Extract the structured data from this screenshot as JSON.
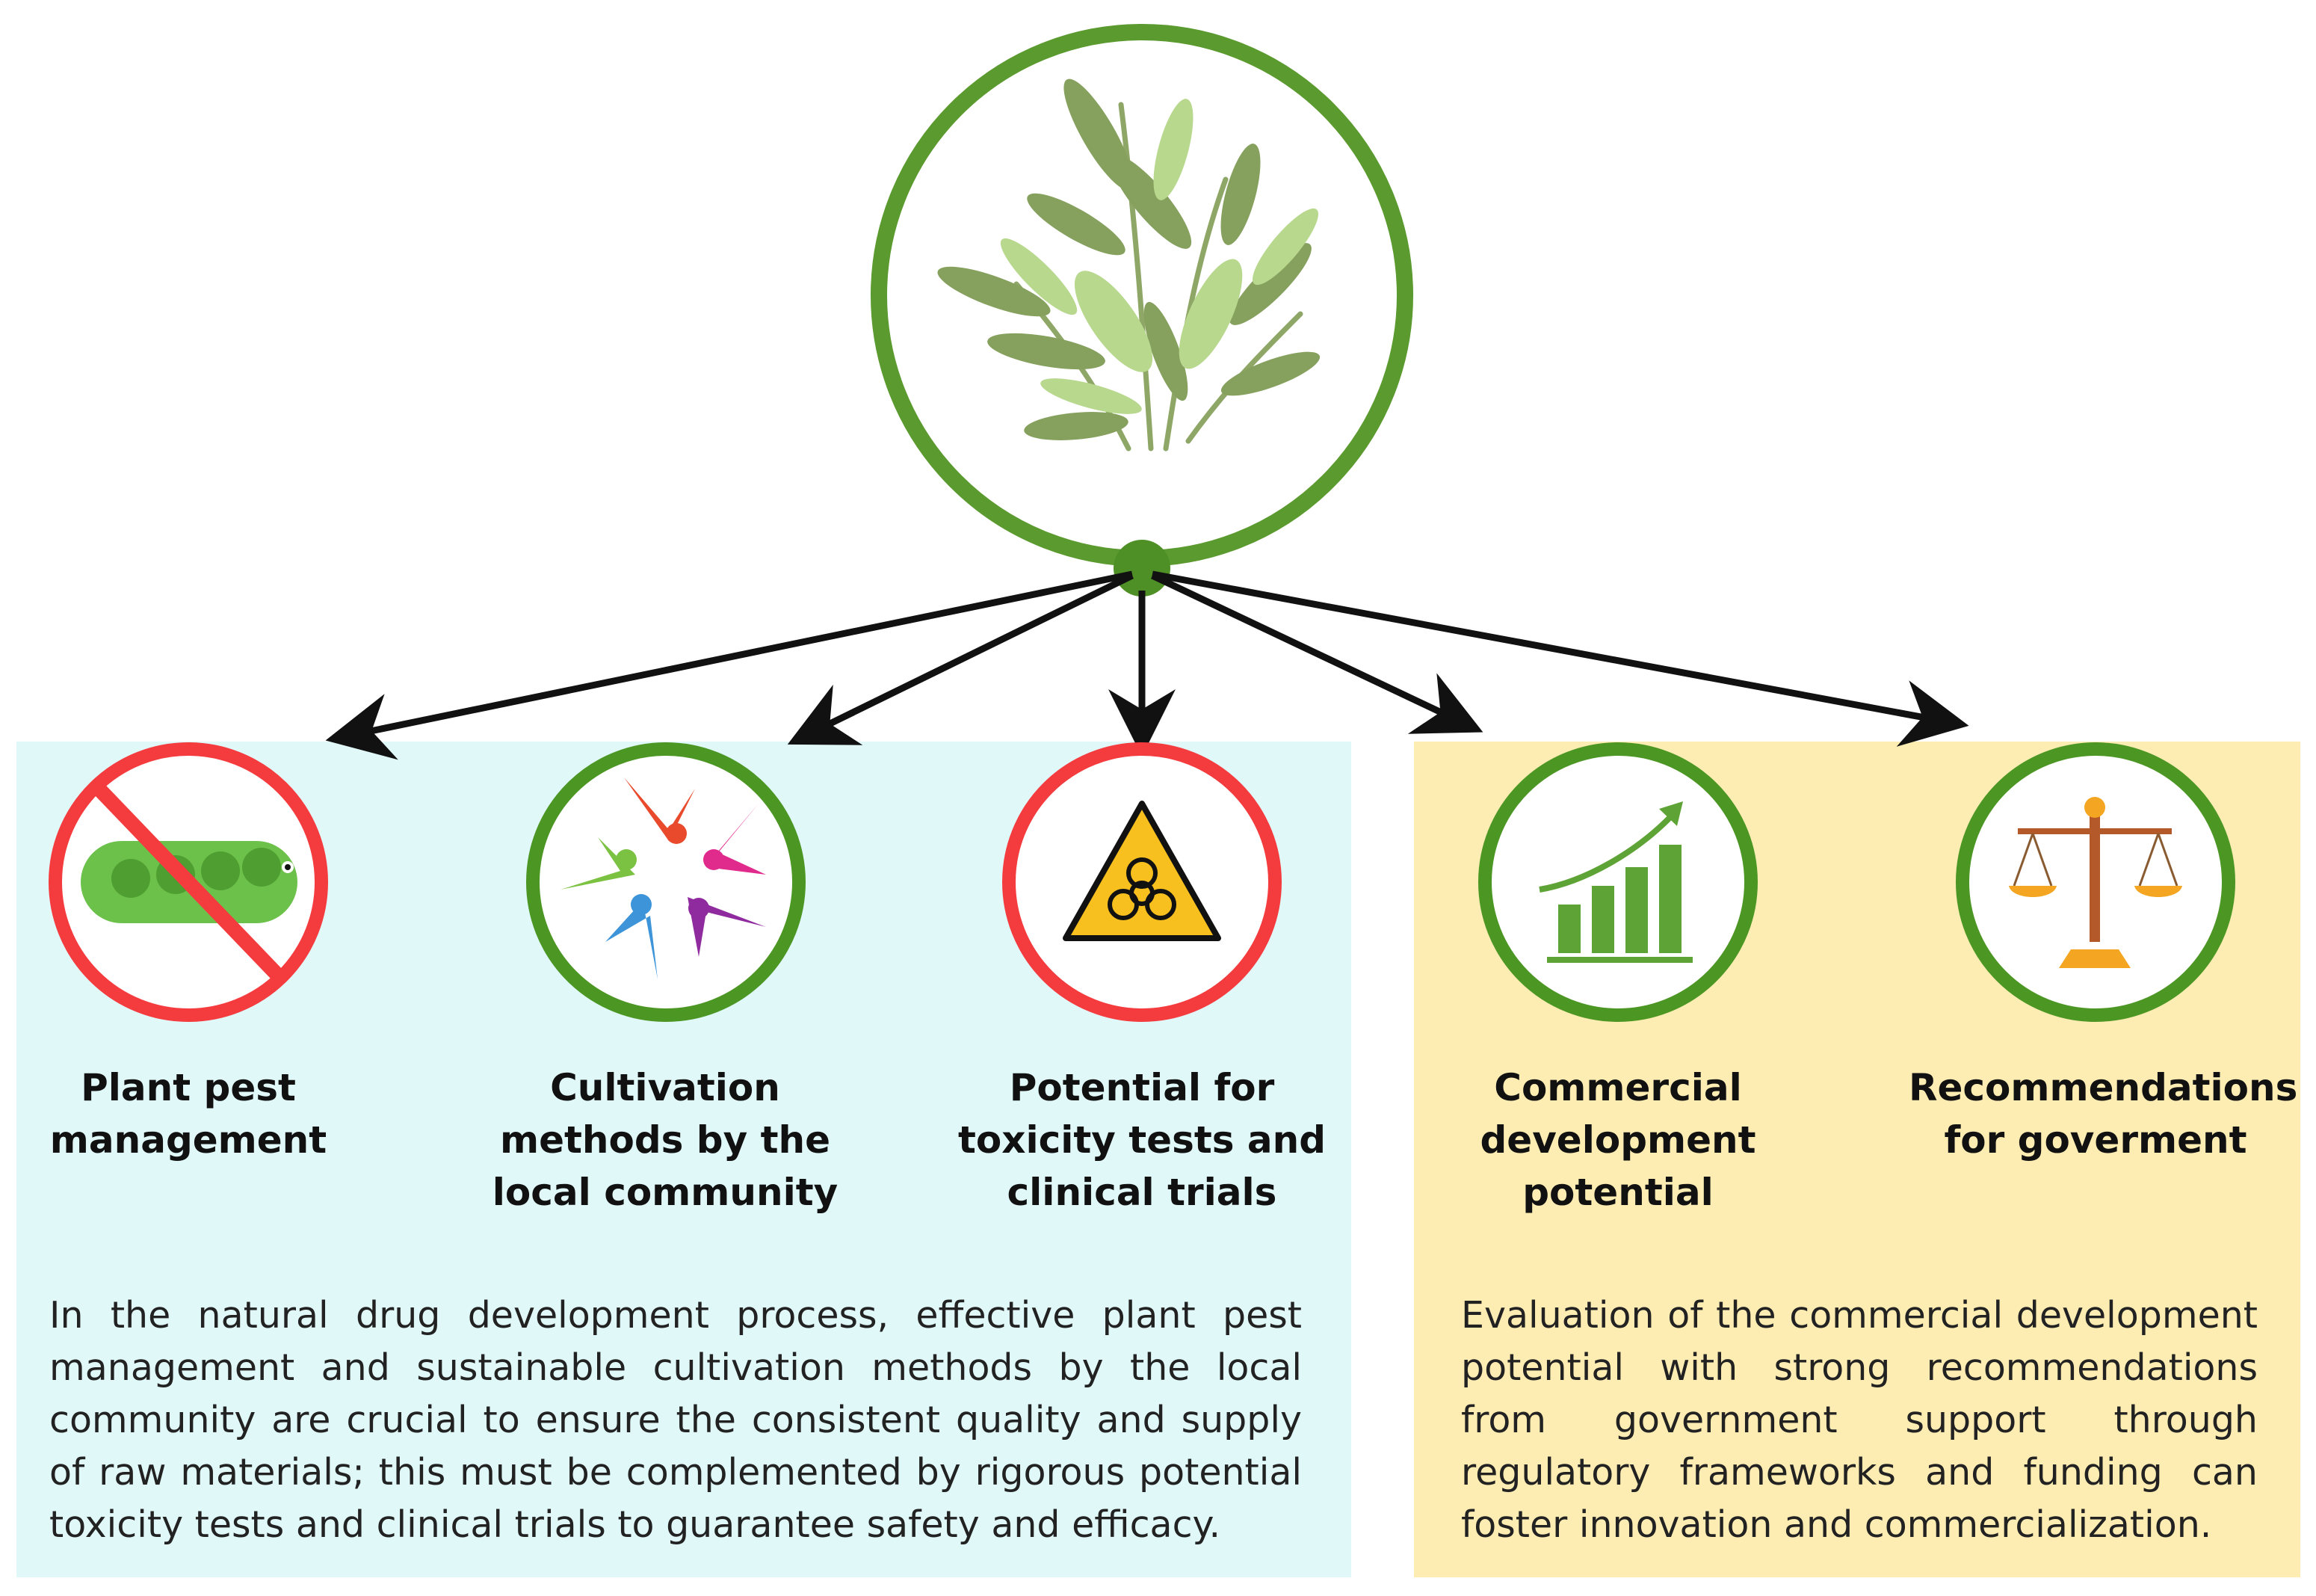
{
  "colors": {
    "green": "#5a9a2e",
    "green_dark": "#4e8f26",
    "red": "#f43b3e",
    "left_panel_bg": "#e1f8f9",
    "right_panel_bg": "#fdedb3",
    "arrow": "#111111"
  },
  "center": {
    "icon": "olive-branch-icon"
  },
  "items": [
    {
      "id": "pest",
      "icon": "no-caterpillar-icon",
      "ring": "red",
      "label": "Plant pest\nmanagement"
    },
    {
      "id": "cultivation",
      "icon": "community-people-icon",
      "ring": "green",
      "label": "Cultivation\nmethods by the\nlocal community"
    },
    {
      "id": "toxicity",
      "icon": "biohazard-icon",
      "ring": "red",
      "label": "Potential for\ntoxicity tests and\nclinical trials"
    },
    {
      "id": "commercial",
      "icon": "growth-chart-icon",
      "ring": "green",
      "label": "Commercial\ndevelopment\npotential"
    },
    {
      "id": "government",
      "icon": "scales-of-justice-icon",
      "ring": "green",
      "label": "Recommendations\nfor goverment"
    }
  ],
  "left_paragraph": "In the natural drug development process, effective plant pest management and sustainable cultivation methods by the local community are crucial to ensure the consistent quality and supply of raw materials; this must be complemented by rigorous potential toxicity tests and clinical trials to guarantee safety and efficacy.",
  "right_paragraph": "Evaluation of the commercial development potential with strong recommendations from government support through regulatory frameworks and funding can foster innovation and commercialization."
}
